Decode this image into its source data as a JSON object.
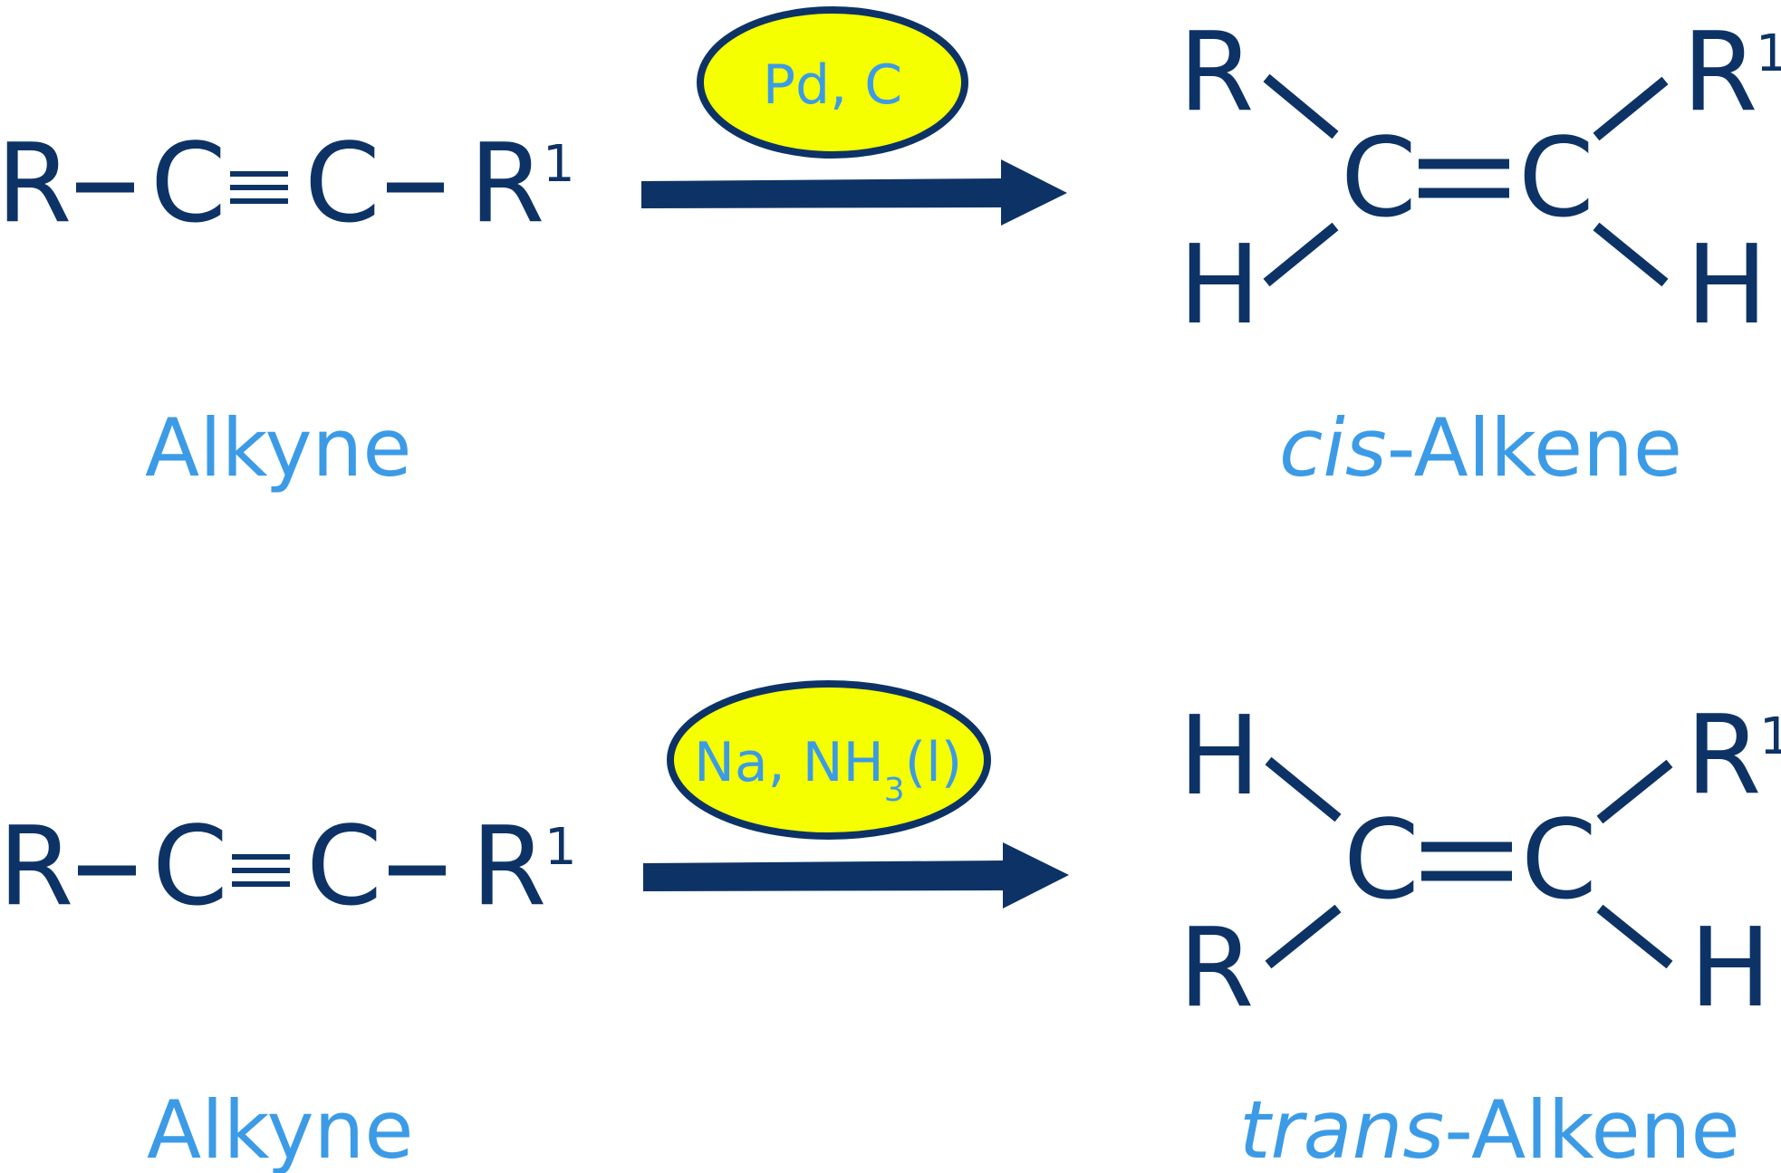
{
  "colors": {
    "structure": "#0d3366",
    "label": "#3c9be6",
    "reagent_fill": "#f5ff00"
  },
  "reactions": [
    {
      "reactant": {
        "left_group": "R",
        "carbon_left": "C",
        "carbon_right": "C",
        "right_group": "R",
        "right_superscript": "1",
        "bond": "triple",
        "name": "Alkyne"
      },
      "reagent": {
        "main": "Pd, C"
      },
      "product": {
        "top_left": "R",
        "bottom_left": "H",
        "carbon_left": "C",
        "carbon_right": "C",
        "top_right": "R",
        "top_right_superscript": "1",
        "bottom_right": "H",
        "bond": "double",
        "name_prefix": "cis",
        "name_suffix": "-Alkene"
      }
    },
    {
      "reactant": {
        "left_group": "R",
        "carbon_left": "C",
        "carbon_right": "C",
        "right_group": "R",
        "right_superscript": "1",
        "bond": "triple",
        "name": "Alkyne"
      },
      "reagent": {
        "main": "Na, NH",
        "subscript": "3",
        "suffix": "(l)"
      },
      "product": {
        "top_left": "H",
        "bottom_left": "R",
        "carbon_left": "C",
        "carbon_right": "C",
        "top_right": "R",
        "top_right_superscript": "1",
        "bottom_right": "H",
        "bond": "double",
        "name_prefix": "trans",
        "name_suffix": "-Alkene"
      }
    }
  ]
}
